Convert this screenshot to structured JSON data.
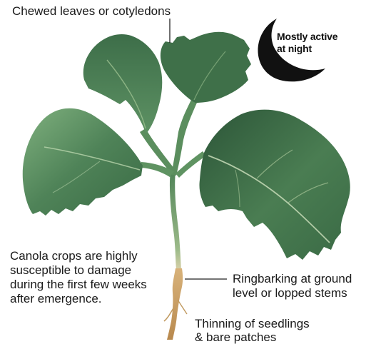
{
  "labels": {
    "chewed": "Chewed leaves or cotyledons",
    "canola": "Canola crops are highly\nsusceptible to damage\nduring the first few weeks\nafter emergence.",
    "ringbarking": "Ringbarking at ground\nlevel or lopped stems",
    "thinning": "Thinning of seedlings\n& bare patches",
    "moon": "Mostly active\nat night"
  },
  "icons": {
    "moon": "crescent-moon-icon"
  },
  "colors": {
    "leaf_dark": "#2f5a3c",
    "leaf_mid": "#4f8358",
    "leaf_light": "#8fb98a",
    "stem": "#6f9a6a",
    "root": "#c9a46a",
    "text": "#1a1a1a",
    "moon": "#111111"
  }
}
